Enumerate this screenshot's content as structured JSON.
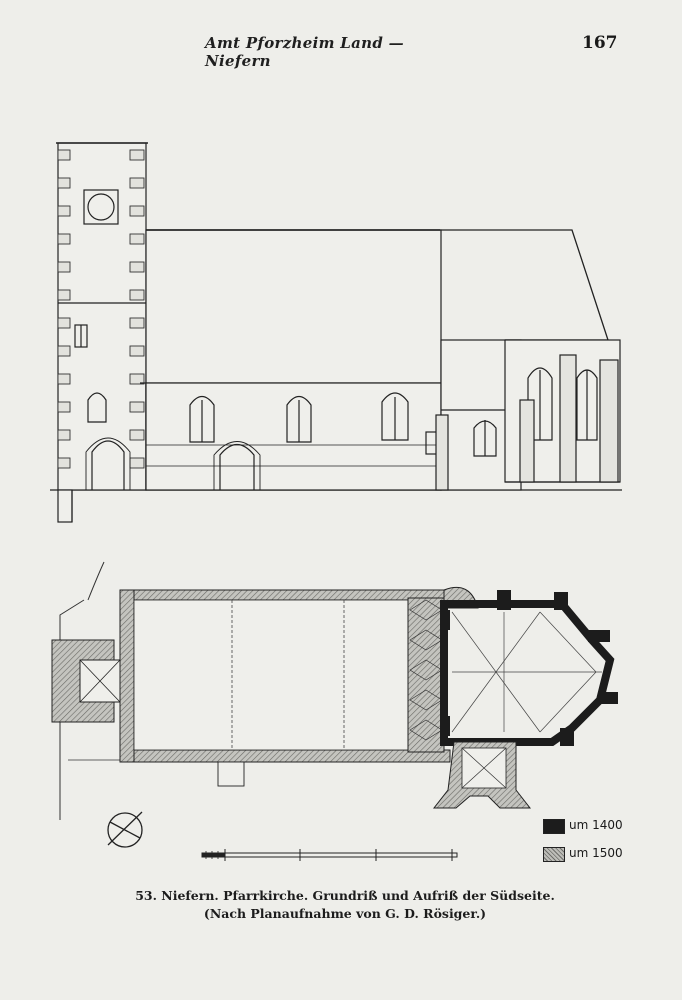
{
  "header": {
    "running_title": "Amt Pforzheim Land — Niefern",
    "page_number": "167"
  },
  "legend": {
    "items": [
      {
        "label": "um 1400",
        "color": "#1c1c1c"
      },
      {
        "label": "um 1500",
        "color": "#8a8a86"
      }
    ]
  },
  "caption": {
    "line1": "53. Niefern. Pfarrkirche. Grundriß und Aufriß der Südseite.",
    "line2": "(Nach Planaufnahme von G. D. Rösiger.)"
  },
  "colors": {
    "paper": "#eeeeea",
    "ink": "#1c1c1c",
    "hatch": "#8a8a86"
  }
}
